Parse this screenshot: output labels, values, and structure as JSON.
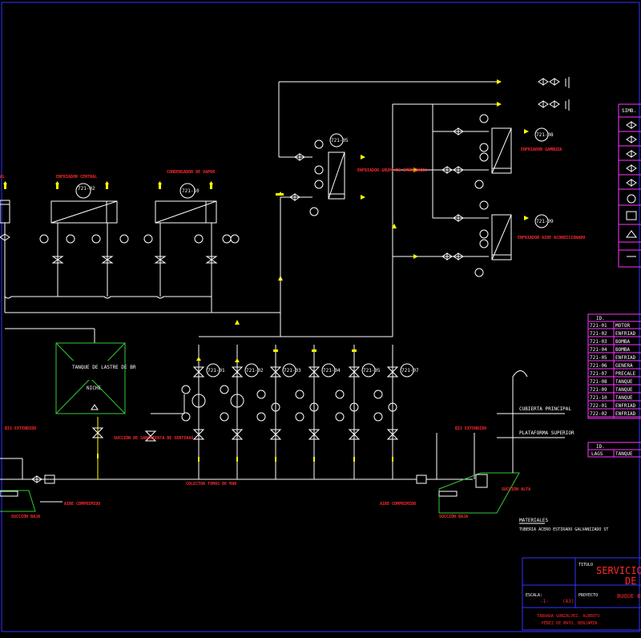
{
  "equipment_labels": [
    "ENFRIADOR CENTRAL",
    "CONDENSADOR DE VAPOR",
    "TANQUE DE LASTRE DE BR",
    "NICHE",
    "ENFRIADOR GRUPO DE EMERGENCIA",
    "ENFRIADOR GAMBUZA",
    "ENFRIADOR AIRE ACONDICIONADO",
    "SUCCIÓN DE SANGRIENTA DE SENTINAS",
    "COLECTOR TOMAS DE MAR",
    "SUCCIÓN BAJA",
    "AIRE COMPRIMIDO",
    "SUCCIÓN ALTA",
    "CUBIERTA PRINCIPAL",
    "PLATAFORMA SUPERIOR",
    "BIS EXTENDIDO",
    "AL"
  ],
  "tags": {
    "ec": "721-02",
    "cv": "721-10",
    "eg": "721-05",
    "ga": "721-08",
    "aa": "721-09",
    "p1": "721-01",
    "p2": "721-02",
    "p3": "721-03",
    "p4": "721-04",
    "p5": "721-05",
    "p6": "721-07"
  },
  "symbols_header": "SIMB.",
  "id_table": {
    "header": "ID.",
    "rows": [
      {
        "id": "721-01",
        "desc": "MOTOR"
      },
      {
        "id": "721-02",
        "desc": "ENFRIAD"
      },
      {
        "id": "721-03",
        "desc": "BOMBA"
      },
      {
        "id": "721-04",
        "desc": "BOMBA"
      },
      {
        "id": "721-05",
        "desc": "ENFRIAD"
      },
      {
        "id": "721-06",
        "desc": "GENERA"
      },
      {
        "id": "721-07",
        "desc": "PRECALE"
      },
      {
        "id": "721-08",
        "desc": "TANQUE"
      },
      {
        "id": "721-09",
        "desc": "TANQUE"
      },
      {
        "id": "721-10",
        "desc": "TANQUE"
      },
      {
        "id": "722-01",
        "desc": "ENFRIAD"
      },
      {
        "id": "722-02",
        "desc": "ENFRIAD"
      }
    ]
  },
  "id_table2": {
    "header": "ID.",
    "row": {
      "id": "LAGS",
      "desc": "TANQUE"
    }
  },
  "materials": {
    "title": "MATERIALES",
    "text": "TUBERIA ACERO ESTIRADO GALVANIZADO ST"
  },
  "title_block": {
    "titulo_label": "TITULO",
    "title_line1": "SERVICIO",
    "title_line2": "DE",
    "escala_label": "ESCALA:",
    "escala_value": "-1-",
    "escala_size": "(A3)",
    "proyecto_label": "PROYECTO",
    "proyecto_value": "BUQUE B",
    "author1": "TABOADA GONZÁLVEZ, ALBERTO",
    "author2": "PÉREZ DE MATO, BENJAMÍN"
  },
  "colors": {
    "pipe": "#ffffff",
    "flow": "#ffff00",
    "equipment": "#ff2a2a",
    "frame": "#3333ff",
    "table": "#ff33ff",
    "tank": "#33cc33"
  }
}
